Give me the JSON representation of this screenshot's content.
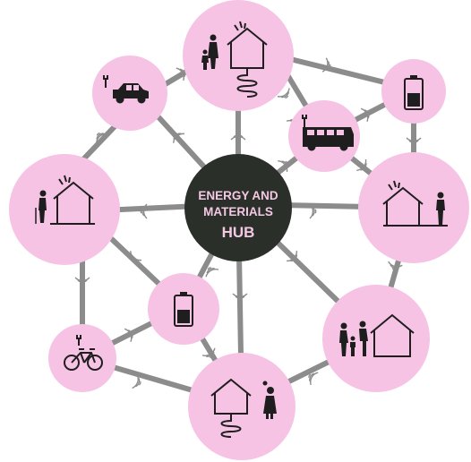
{
  "hub": {
    "line1": "ENERGY AND",
    "line2": "MATERIALS",
    "line3": "HUB"
  },
  "colors": {
    "node_fill": "#f6c3e4",
    "hub_fill": "#2a2f2a",
    "link": "#8c8c8c",
    "icon": "#1e1e1e",
    "hub_text": "#f4c8e3"
  },
  "nodes": [
    {
      "id": "house-family-top",
      "icon": "house-family-geothermal-icon"
    },
    {
      "id": "car",
      "icon": "electric-car-icon"
    },
    {
      "id": "battery-top-right",
      "icon": "battery-icon"
    },
    {
      "id": "bus",
      "icon": "electric-bus-icon"
    },
    {
      "id": "house-elderly-left",
      "icon": "house-elderly-solar-icon"
    },
    {
      "id": "house-person-right",
      "icon": "house-person-solar-icon"
    },
    {
      "id": "battery-center",
      "icon": "battery-icon"
    },
    {
      "id": "bicycle",
      "icon": "electric-bicycle-icon"
    },
    {
      "id": "house-family-bottom-right",
      "icon": "house-family-icon"
    },
    {
      "id": "house-mother-bottom",
      "icon": "house-mother-child-geothermal-icon"
    }
  ]
}
